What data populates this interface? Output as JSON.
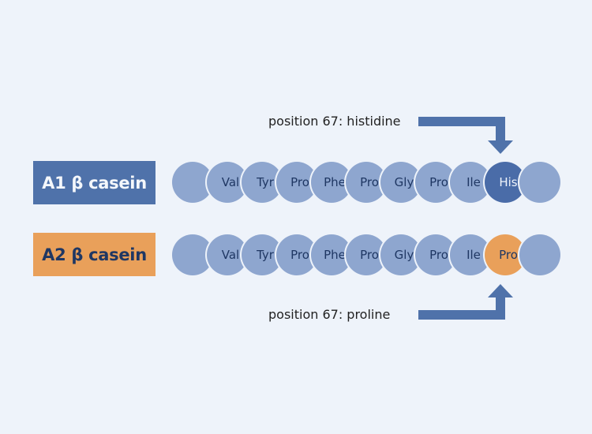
{
  "colors": {
    "background": "#eef3fa",
    "a1": "#4f72aa",
    "a2": "#e9a05a",
    "residue": "#8ea6cf",
    "his": "#4a6ca8",
    "text_dark": "#1f3763"
  },
  "rows": [
    {
      "label": "A1 β casein",
      "residues": [
        "",
        "Val",
        "Tyr",
        "Pro",
        "Phe",
        "Pro",
        "Gly",
        "Pro",
        "Ile",
        "His",
        ""
      ],
      "highlight_index": 9
    },
    {
      "label": "A2 β casein",
      "residues": [
        "",
        "Val",
        "Tyr",
        "Pro",
        "Phe",
        "Pro",
        "Gly",
        "Pro",
        "Ile",
        "Pro",
        ""
      ],
      "highlight_index": 9
    }
  ],
  "annotations": {
    "top": "position 67: histidine",
    "bottom": "position 67: proline"
  }
}
